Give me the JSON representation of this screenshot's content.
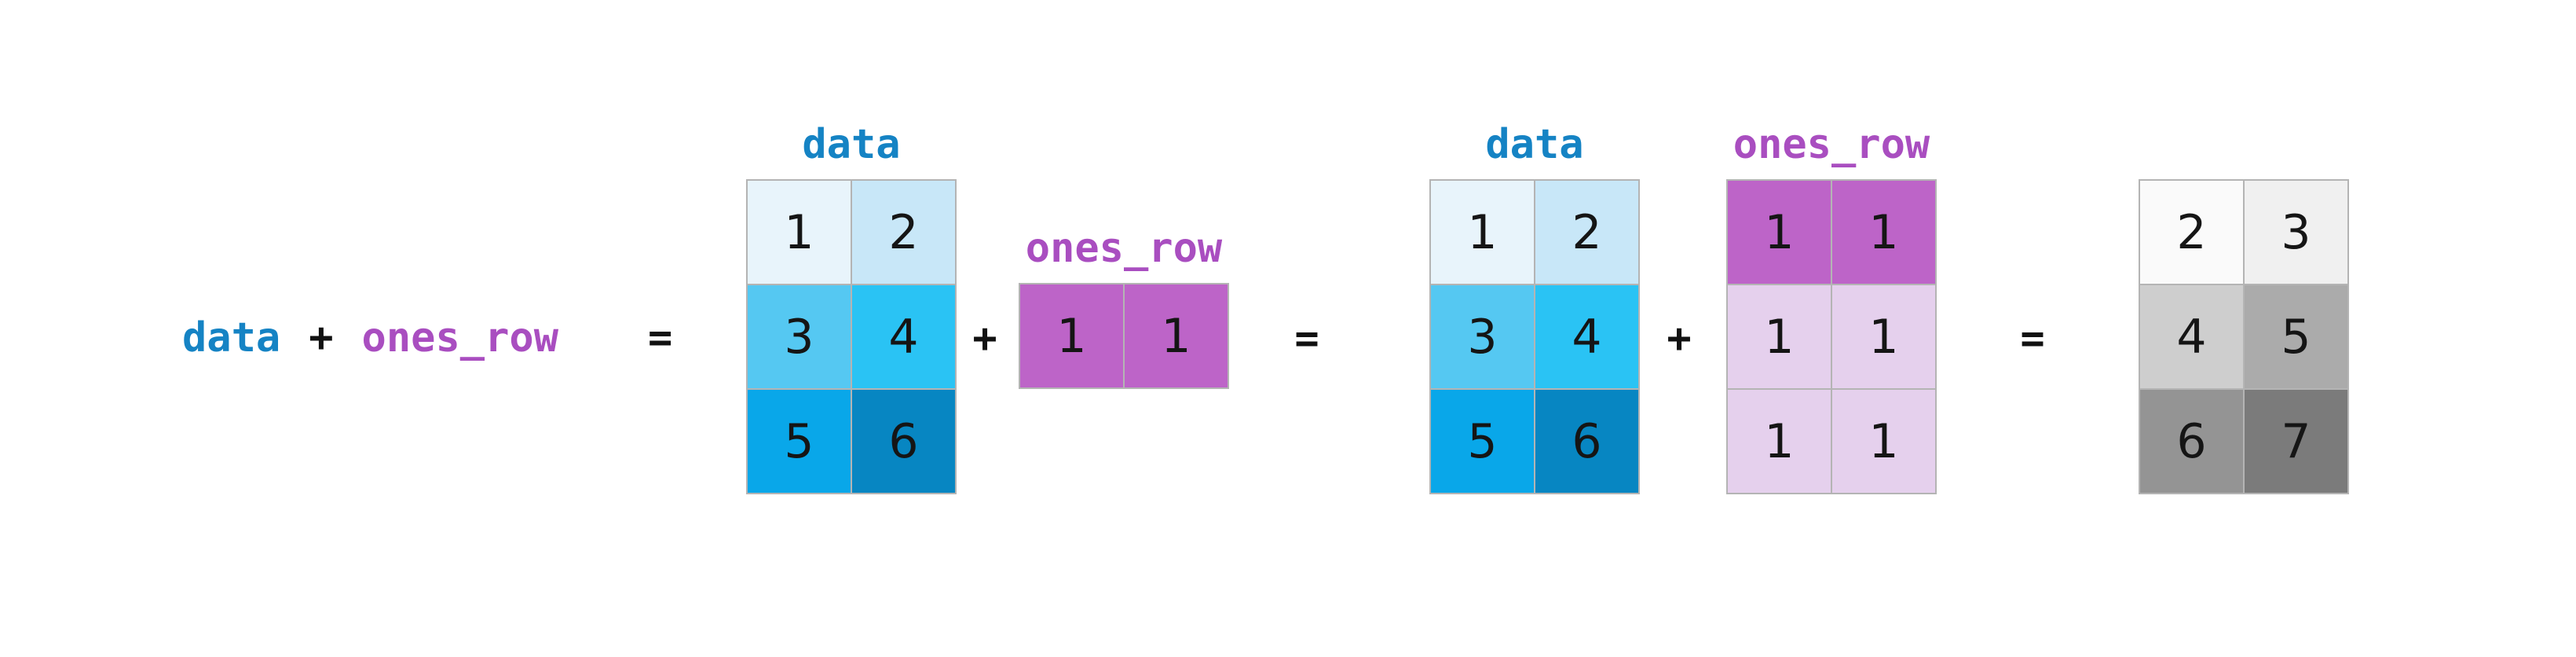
{
  "figure": {
    "background": "#ffffff",
    "grid_line_color": "#b4b4b4",
    "text_colors": {
      "blue_label": "#1583c4",
      "purple_label": "#a94ec0",
      "operator_black": "#111111",
      "cell_number": "#151515"
    }
  },
  "equation": {
    "data_label": "data",
    "plus": "+",
    "ones_row_label": "ones_row",
    "equals": "="
  },
  "operators": {
    "plus_1": "+",
    "equals_1": "=",
    "plus_2": "+",
    "equals_2": "="
  },
  "matrices": {
    "data1": {
      "title": "data",
      "rows": 3,
      "cols": 2,
      "cells": [
        {
          "value": "1",
          "color": "#e8f4fb"
        },
        {
          "value": "2",
          "color": "#c8e7f8"
        },
        {
          "value": "3",
          "color": "#55c8f2"
        },
        {
          "value": "4",
          "color": "#2ac3f4"
        },
        {
          "value": "5",
          "color": "#09a7e9"
        },
        {
          "value": "6",
          "color": "#0786c2"
        }
      ]
    },
    "ones_row_small": {
      "title": "ones_row",
      "rows": 1,
      "cols": 2,
      "cells": [
        {
          "value": "1",
          "color": "#bd64c8"
        },
        {
          "value": "1",
          "color": "#bd64c8"
        }
      ]
    },
    "data2": {
      "title": "data",
      "rows": 3,
      "cols": 2,
      "cells": [
        {
          "value": "1",
          "color": "#e8f4fb"
        },
        {
          "value": "2",
          "color": "#c8e7f8"
        },
        {
          "value": "3",
          "color": "#55c8f2"
        },
        {
          "value": "4",
          "color": "#2ac3f4"
        },
        {
          "value": "5",
          "color": "#09a7e9"
        },
        {
          "value": "6",
          "color": "#0786c2"
        }
      ]
    },
    "ones_row_broadcast": {
      "title": "ones_row",
      "rows": 3,
      "cols": 2,
      "cells": [
        {
          "value": "1",
          "color": "#bd64c8"
        },
        {
          "value": "1",
          "color": "#bd64c8"
        },
        {
          "value": "1",
          "color": "#e5d0ed"
        },
        {
          "value": "1",
          "color": "#e5d0ed"
        },
        {
          "value": "1",
          "color": "#e5d0ed"
        },
        {
          "value": "1",
          "color": "#e5d0ed"
        }
      ]
    },
    "result": {
      "title": "",
      "rows": 3,
      "cols": 2,
      "cells": [
        {
          "value": "2",
          "color": "#fafafa"
        },
        {
          "value": "3",
          "color": "#f0f0f0"
        },
        {
          "value": "4",
          "color": "#cecece"
        },
        {
          "value": "5",
          "color": "#ababab"
        },
        {
          "value": "6",
          "color": "#949494"
        },
        {
          "value": "7",
          "color": "#7b7b7b"
        }
      ]
    }
  }
}
